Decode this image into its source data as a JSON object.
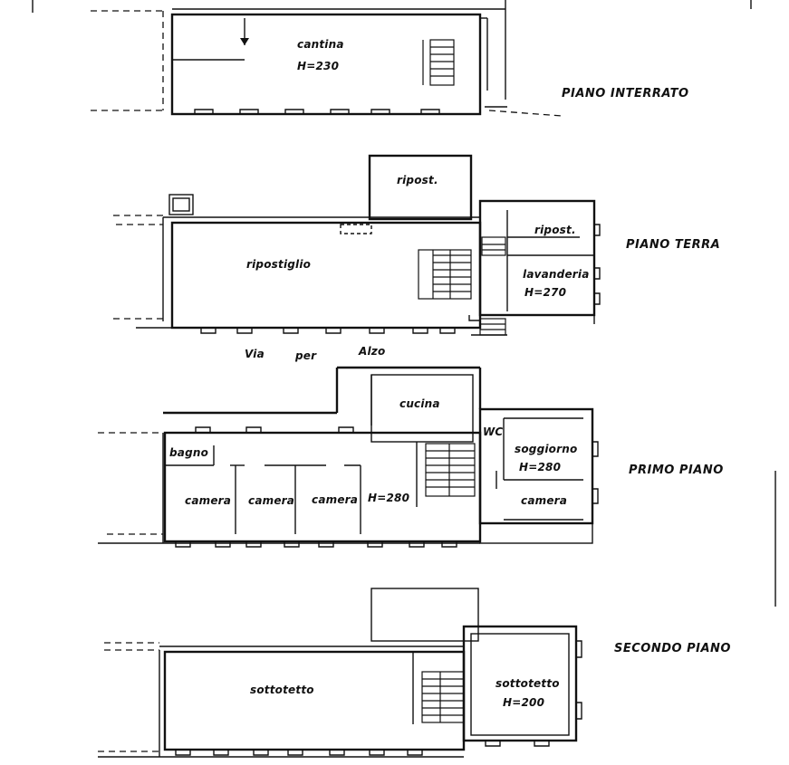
{
  "floors": {
    "interrato": {
      "name": "PIANO INTERRATO",
      "rooms": {
        "cantina": "cantina",
        "cantina_h": "H=230"
      }
    },
    "terra": {
      "name": "PIANO TERRA",
      "rooms": {
        "ripost_top": "ripost.",
        "ripostiglio": "ripostiglio",
        "ripost_right": "ripost.",
        "lavanderia": "lavanderia",
        "lavanderia_h": "H=270"
      }
    },
    "primo": {
      "name": "PRIMO PIANO",
      "rooms": {
        "cucina": "cucina",
        "wc": "WC",
        "bagno": "bagno",
        "soggiorno": "soggiorno",
        "soggiorno_h": "H=280",
        "camera_1": "camera",
        "camera_2": "camera",
        "camera_3": "camera",
        "corridor_h": "H=280",
        "camera_right": "camera"
      }
    },
    "secondo": {
      "name": "SECONDO PIANO",
      "rooms": {
        "sottotetto_left": "sottotetto",
        "sottotetto_right": "sottotetto",
        "sottotetto_right_h": "H=200"
      }
    }
  },
  "street": {
    "word1": "Via",
    "word2": "per",
    "word3": "Alzo"
  }
}
